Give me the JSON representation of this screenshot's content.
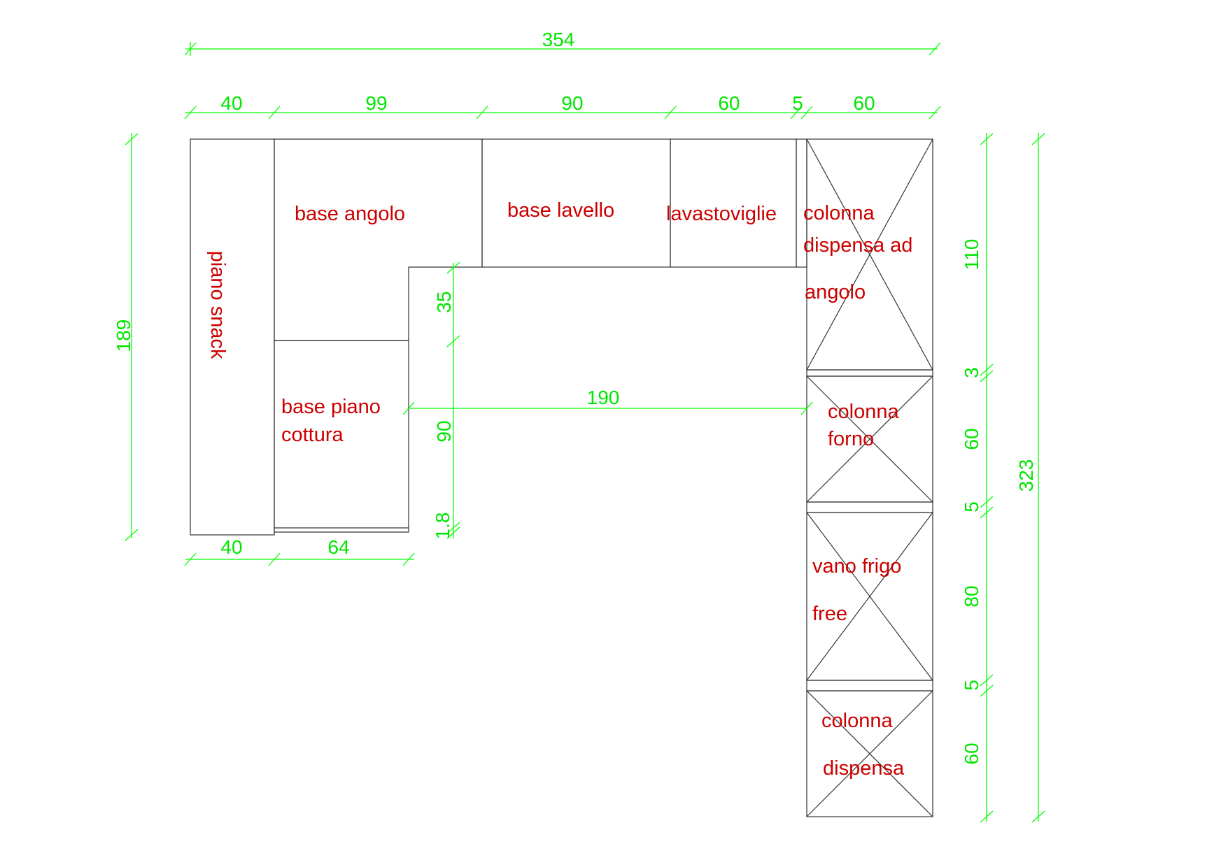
{
  "colors": {
    "dimension": "#00ff00",
    "label": "#cc0000",
    "outline": "#333333",
    "background": "#ffffff"
  },
  "labels": {
    "piano_snack": "piano snack",
    "base_angolo": "base angolo",
    "base_lavello": "base lavello",
    "lavastoviglie": "lavastoviglie",
    "colonna_angolo_1": "colonna",
    "colonna_angolo_2": "dispensa ad",
    "colonna_angolo_3": "angolo",
    "base_piano_1": "base piano",
    "base_piano_2": "cottura",
    "colonna_forno_1": "colonna",
    "colonna_forno_2": "forno",
    "vano_frigo_1": "vano frigo",
    "vano_frigo_2": "free",
    "colonna_dispensa_1": "colonna",
    "colonna_dispensa_2": "dispensa"
  },
  "dimensions": {
    "overall_width": "354",
    "top_40": "40",
    "top_99": "99",
    "top_90": "90",
    "top_60a": "60",
    "top_5": "5",
    "top_60b": "60",
    "left_189": "189",
    "bottom_40": "40",
    "bottom_64": "64",
    "inner_35": "35",
    "inner_90": "90",
    "inner_1_8": "1.8",
    "inner_190": "190",
    "right_110": "110",
    "right_3": "3",
    "right_60a": "60",
    "right_5a": "5",
    "right_80": "80",
    "right_5b": "5",
    "right_60b": "60",
    "overall_height": "323"
  }
}
